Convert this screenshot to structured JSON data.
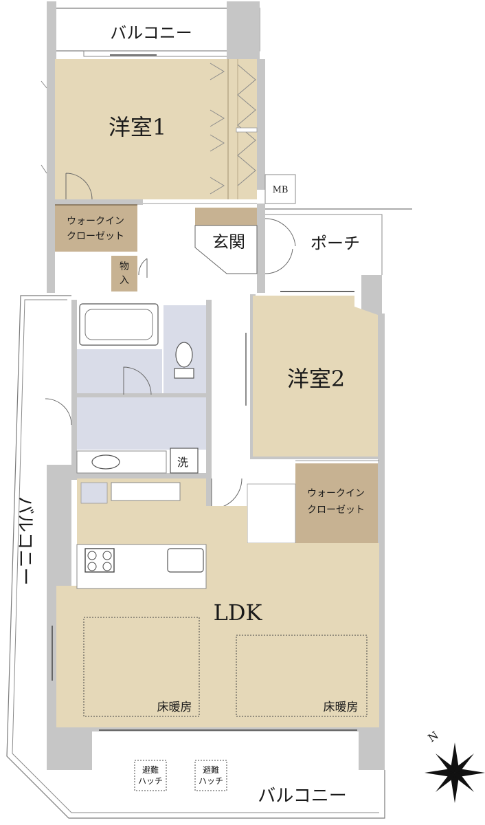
{
  "rooms": {
    "balcony_top": "バルコニー",
    "western_room_1": "洋室1",
    "walk_in_closet_1": [
      "ウォークイン",
      "クローゼット"
    ],
    "storage": [
      "物",
      "入"
    ],
    "mb": "MB",
    "entrance": "玄関",
    "porch": "ポーチ",
    "western_room_2": "洋室2",
    "walk_in_closet_2": [
      "ウォークイン",
      "クローゼット"
    ],
    "washer": "洗",
    "balcony_left": "バルコニー",
    "ldk": "LDK",
    "floor_heating_left": "床暖房",
    "floor_heating_right": "床暖房",
    "evacuation_hatch_1": [
      "避難",
      "ハッチ"
    ],
    "evacuation_hatch_2": [
      "避難",
      "ハッチ"
    ],
    "balcony_bottom": "バルコニー"
  },
  "compass": {
    "north_label": "N"
  },
  "colors": {
    "wall": "#c6c6c6",
    "room_beige": "#e5d8b8",
    "closet_brown": "#c7b292",
    "wet_area": "#d9dce8"
  }
}
